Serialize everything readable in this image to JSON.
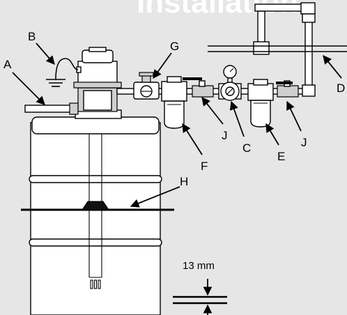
{
  "heading": "Installation",
  "labels": {
    "a": "A",
    "b": "B",
    "c": "C",
    "d": "D",
    "e": "E",
    "f": "F",
    "g": "G",
    "h": "H",
    "j1": "J",
    "j2": "J"
  },
  "dimension": {
    "text": "13 mm"
  }
}
